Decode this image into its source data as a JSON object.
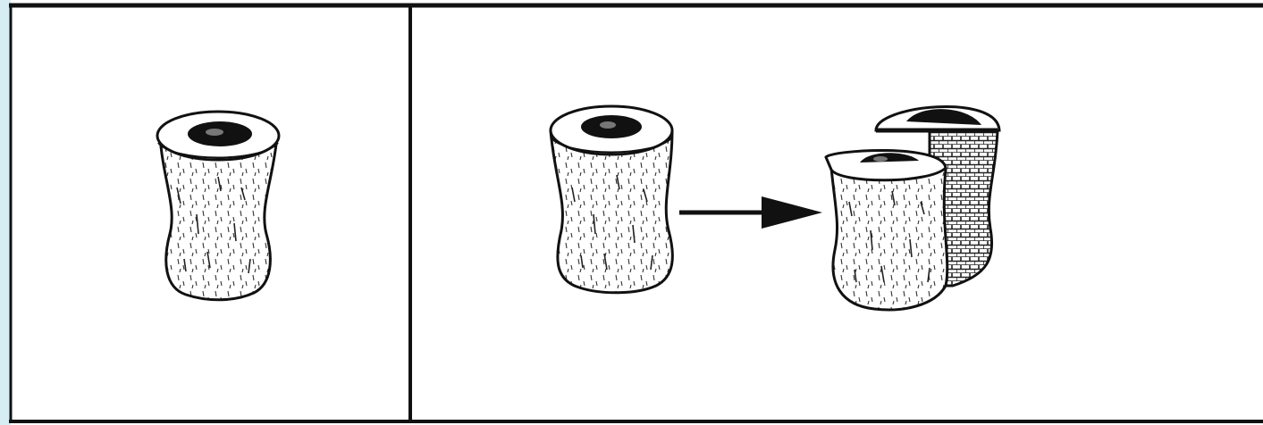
{
  "figure": {
    "panels": [
      {
        "id": "left",
        "subject": "intact-bone-plug"
      },
      {
        "id": "right",
        "subject": "bone-plug-being-halved"
      }
    ],
    "colors": {
      "ink": "#111111",
      "paper": "#ffffff",
      "left_edge_tint": "#d6eef3",
      "hatch": "#222222"
    },
    "icons": [
      "bone-plug-icon",
      "arrow-right-icon",
      "split-bone-plug-icon"
    ]
  }
}
